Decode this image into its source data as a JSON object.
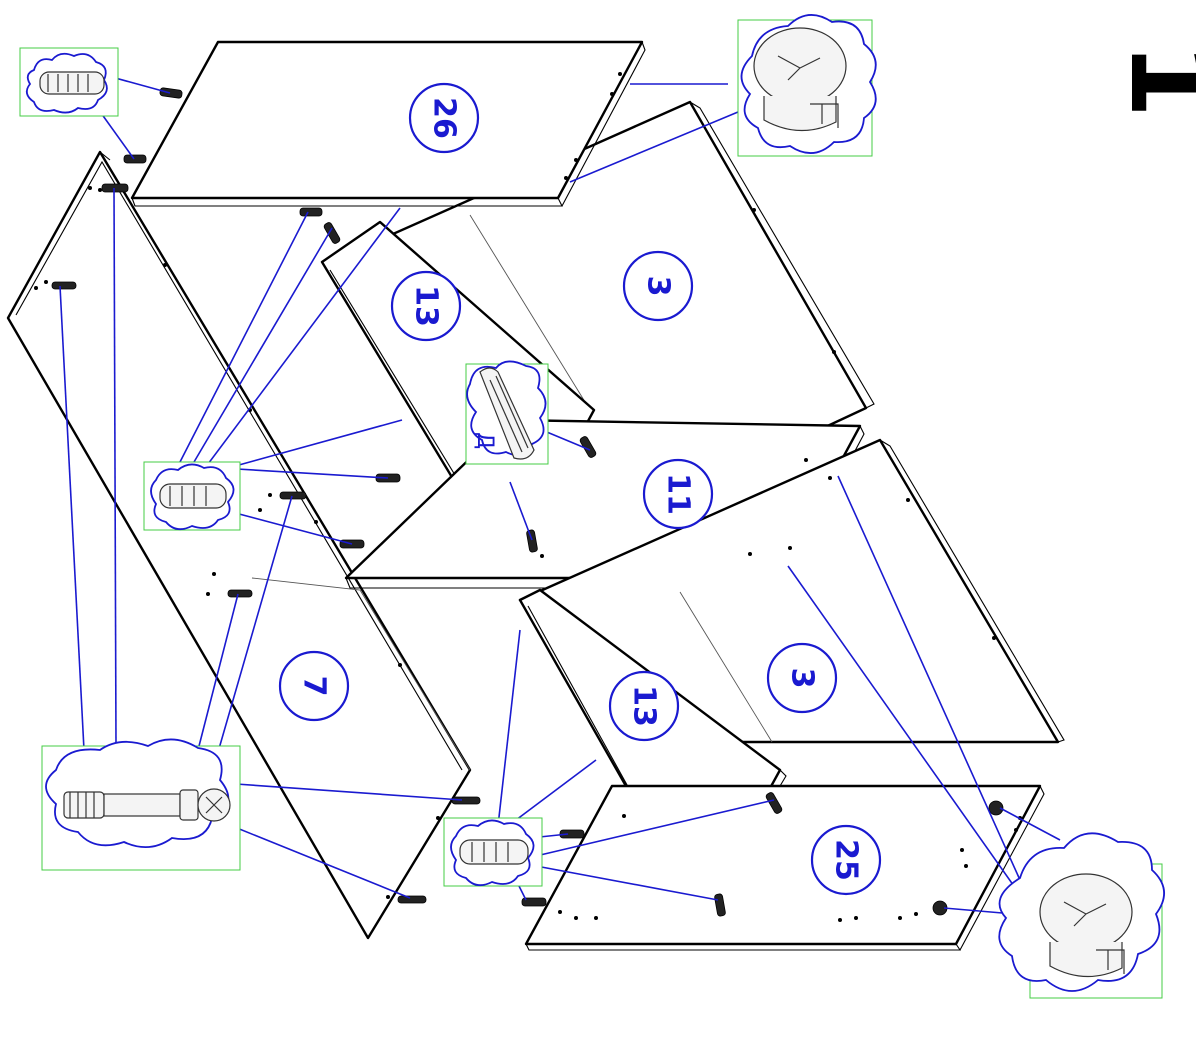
{
  "diagram": {
    "panels": [
      {
        "id": "panel-26",
        "label": "26"
      },
      {
        "id": "panel-13-top",
        "label": "13"
      },
      {
        "id": "panel-3-top",
        "label": "3"
      },
      {
        "id": "panel-11",
        "label": "11"
      },
      {
        "id": "panel-7",
        "label": "7"
      },
      {
        "id": "panel-13-bottom",
        "label": "13"
      },
      {
        "id": "panel-3-bottom",
        "label": "3"
      },
      {
        "id": "panel-25",
        "label": "25"
      }
    ],
    "callouts": {
      "dowel_letter": "Д"
    },
    "step_marker": "1"
  }
}
